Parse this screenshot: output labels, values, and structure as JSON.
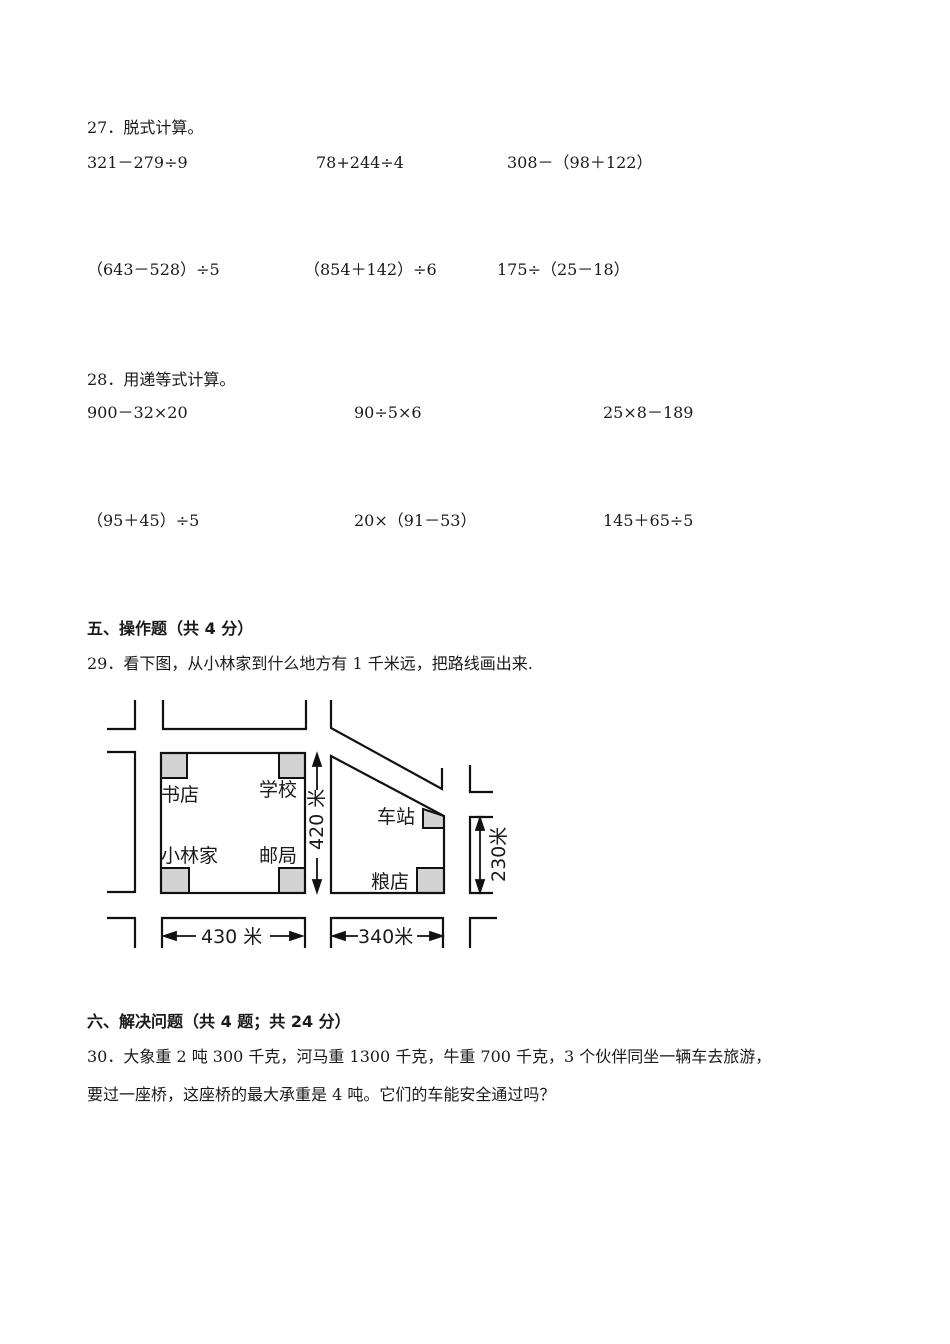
{
  "q27": {
    "title": "27．脱式计算。",
    "row1": [
      "321－279÷9",
      "78+244÷4",
      "308－（98＋122）"
    ],
    "row2": [
      "（643－528）÷5",
      "（854＋142）÷6",
      "175÷（25－18）"
    ]
  },
  "q28": {
    "title": "28．用递等式计算。",
    "row1": [
      "900－32×20",
      "90÷5×6",
      "25×8－189"
    ],
    "row2": [
      "（95＋45）÷5",
      "20×（91－53）",
      "145＋65÷5"
    ]
  },
  "section5": {
    "heading": "五、操作题（共 4 分）",
    "q29": "29．看下图，从小林家到什么地方有 1 千米远，把路线画出来."
  },
  "map": {
    "places": {
      "bookstore": "书店",
      "school": "学校",
      "home": "小林家",
      "post_office": "邮局",
      "station": "车站",
      "grain_store": "粮店"
    },
    "dimensions": {
      "width_left": "430 米",
      "height_left": "420 米",
      "width_right": "340米",
      "height_right": "230米"
    },
    "block_fill": "#d3d3d3"
  },
  "section6": {
    "heading": "六、解决问题（共 4 题；共 24 分）",
    "q30_line1": "30．大象重 2 吨 300 千克，河马重 1300 千克，牛重 700 千克，3 个伙伴同坐一辆车去旅游，",
    "q30_line2": "要过一座桥，这座桥的最大承重是 4 吨。它们的车能安全通过吗？"
  }
}
